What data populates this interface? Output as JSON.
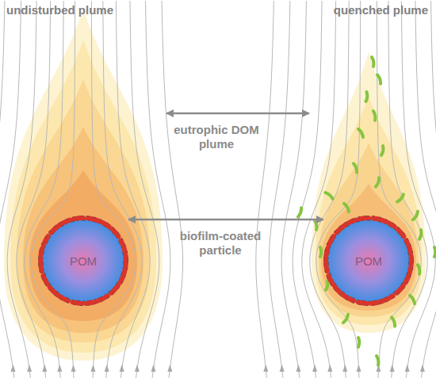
{
  "diagram": {
    "nodes": [
      {
        "text": [
          "undisturbed plume"
        ]
      },
      {
        "text": [
          "POM"
        ],
        "in": 0
      },
      {
        "text": [
          "quenched plume"
        ]
      },
      {
        "text": [
          "POM"
        ],
        "in": 2
      }
    ],
    "edges": [
      {
        "from": 0,
        "to": 2,
        "arrow": "both",
        "label": "eutrophic DOM plume"
      },
      {
        "from": 1,
        "to": 3,
        "arrow": "both",
        "label": "biofilm-coated particle"
      }
    ]
  }
}
